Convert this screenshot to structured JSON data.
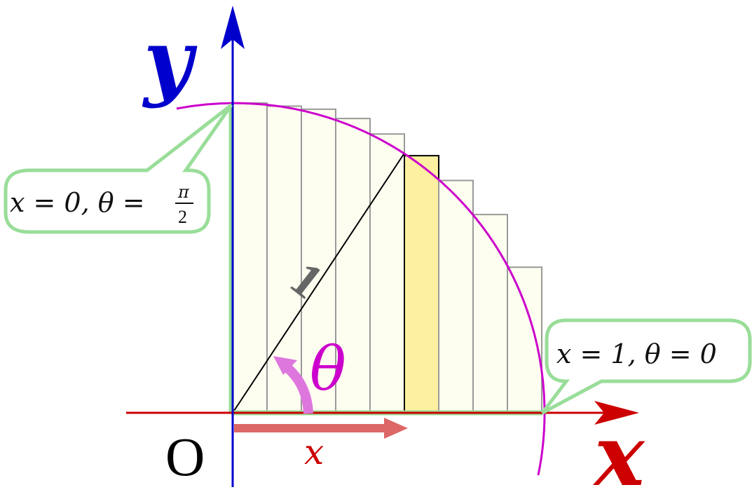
{
  "diagram": {
    "axes": {
      "x_label": "x",
      "y_label": "y",
      "origin_label": "O",
      "x_axis_color": "#cc0000",
      "y_axis_color": "#0000cc"
    },
    "arc": {
      "color": "#cc00cc"
    },
    "radius_label": "1",
    "angle_label": "θ",
    "angle_color": "#cc00cc",
    "x_arrow_label": "x",
    "x_arrow_color": "#dd6666",
    "strip_count": 9,
    "highlight_strip_index": 5,
    "strip_fill": "#fdfdf0",
    "highlight_fill": "#fdf0a0",
    "callouts": {
      "top": {
        "text": "x = 0, θ = ",
        "frac_num": "π",
        "frac_den": "2"
      },
      "right": {
        "text": "x = 1, θ = 0"
      },
      "border_color": "#99dd99"
    }
  }
}
